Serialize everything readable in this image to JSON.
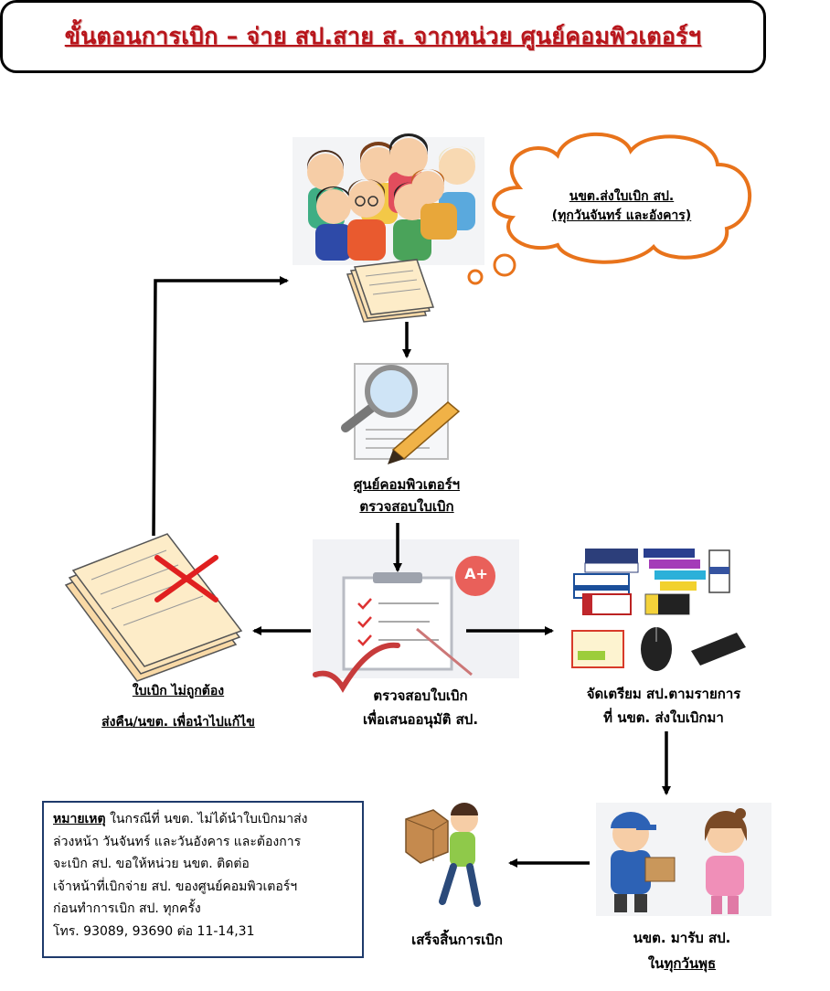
{
  "title": "ขั้นตอนการเบิก – จ่าย สป.สาย ส. จากหน่วย ศูนย์คอมพิวเตอร์ฯ",
  "cloud": {
    "line1": "นขต.ส่งใบเบิก สป.",
    "line2": "(ทุกวันจันทร์ และอังคาร)"
  },
  "step_check": {
    "line1": "ศูนย์คอมพิวเตอร์ฯ",
    "line2": "ตรวจสอบใบเบิก"
  },
  "step_approve": {
    "line1": "ตรวจสอบใบเบิก",
    "line2": "เพื่อเสนออนุมัติ สป.",
    "badge": "A+"
  },
  "step_reject": {
    "line1": "ใบเบิก ไม่ถูกต้อง",
    "line2": "ส่งคืน/นขต. เพื่อนำไปแก้ไข"
  },
  "step_prepare": {
    "line1": "จัดเตรียม สป.ตามรายการ",
    "line2": "ที่ นขต. ส่งใบเบิกมา"
  },
  "step_pickup": {
    "line1": "นขต. มารับ สป.",
    "line2_prefix": "ใน",
    "line2_underlined": "ทุกวันพุธ"
  },
  "step_done": {
    "label": "เสร็จสิ้นการเบิก"
  },
  "note": {
    "title": "หมายเหตุ",
    "line1": " ในกรณีที่ นขต. ไม่ได้นำใบเบิกมาส่ง",
    "line2": "ล่วงหน้า วันจันทร์ และวันอังคาร และต้องการ",
    "line3": "จะเบิก สป.  ขอให้หน่วย นขต. ติดต่อ",
    "line4": "เจ้าหน้าที่เบิกจ่าย สป. ของศูนย์คอมพิวเตอร์ฯ",
    "line5": "ก่อนทำการเบิก สป. ทุกครั้ง",
    "line6": "โทร. 93089, 93690 ต่อ 11-14,31"
  },
  "colors": {
    "title_red": "#b8151b",
    "cloud_orange": "#e8731b",
    "reject_red": "#e02020",
    "paper": "#f9d9a6"
  }
}
